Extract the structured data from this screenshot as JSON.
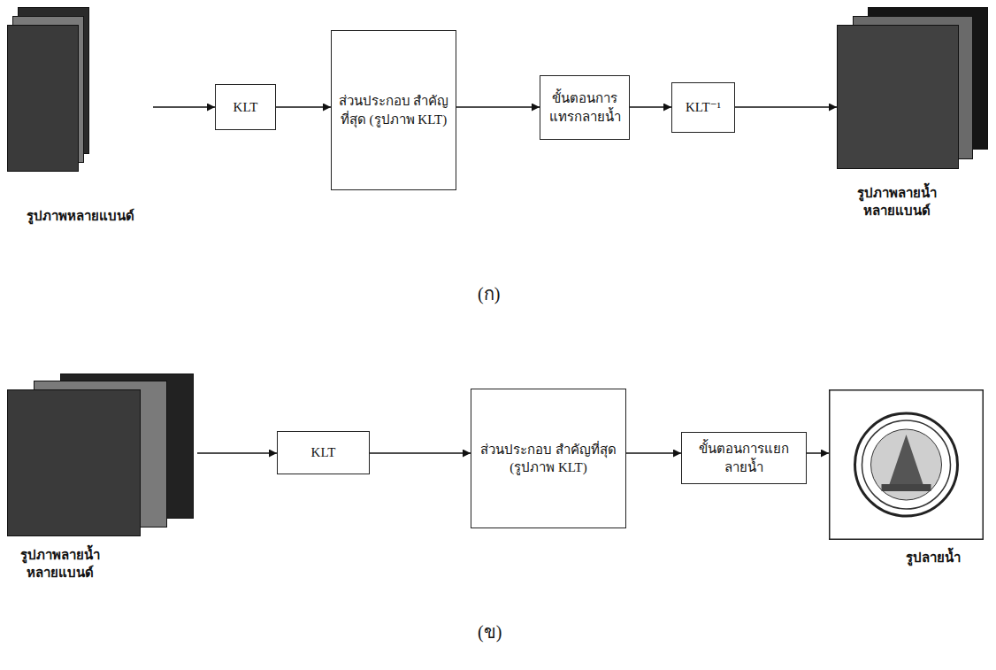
{
  "diagram": {
    "nodes": [
      {
        "text": [
          "รูปภาพหลายแบนด์"
        ]
      },
      {
        "text": [
          "KLT"
        ]
      },
      {
        "text": [
          "ส่วนประกอบ สำคัญที่สุด (รูปภาพ KLT)"
        ]
      },
      {
        "text": [
          "ขั้นตอนการ แทรกลายน้ำ"
        ]
      },
      {
        "text": [
          "KLT⁻¹"
        ]
      },
      {
        "text": [
          "รูปภาพลายน้ำ หลายแบนด์"
        ]
      },
      {
        "text": [
          "รูปภาพลายน้ำ หลายแบนด์"
        ]
      },
      {
        "text": [
          "KLT"
        ]
      },
      {
        "text": [
          "ส่วนประกอบ สำคัญที่สุด (รูปภาพ KLT)"
        ]
      },
      {
        "text": [
          "ขั้นตอนการแยก ลายน้ำ"
        ]
      },
      {
        "text": [
          "รูปลายน้ำ"
        ]
      }
    ],
    "edges": [
      {
        "from": 0,
        "to": 1,
        "arrow": "to"
      },
      {
        "from": 1,
        "to": 2,
        "arrow": "to"
      },
      {
        "from": 2,
        "to": 3,
        "arrow": "to"
      },
      {
        "from": 3,
        "to": 4,
        "arrow": "to"
      },
      {
        "from": 4,
        "to": 5,
        "arrow": "to"
      },
      {
        "from": 6,
        "to": 7,
        "arrow": "to"
      },
      {
        "from": 7,
        "to": 8,
        "arrow": "to"
      },
      {
        "from": 8,
        "to": 9,
        "arrow": "to"
      },
      {
        "from": 9,
        "to": 10,
        "arrow": "to"
      }
    ],
    "labels": [
      "(ก)",
      "(ข)"
    ]
  }
}
